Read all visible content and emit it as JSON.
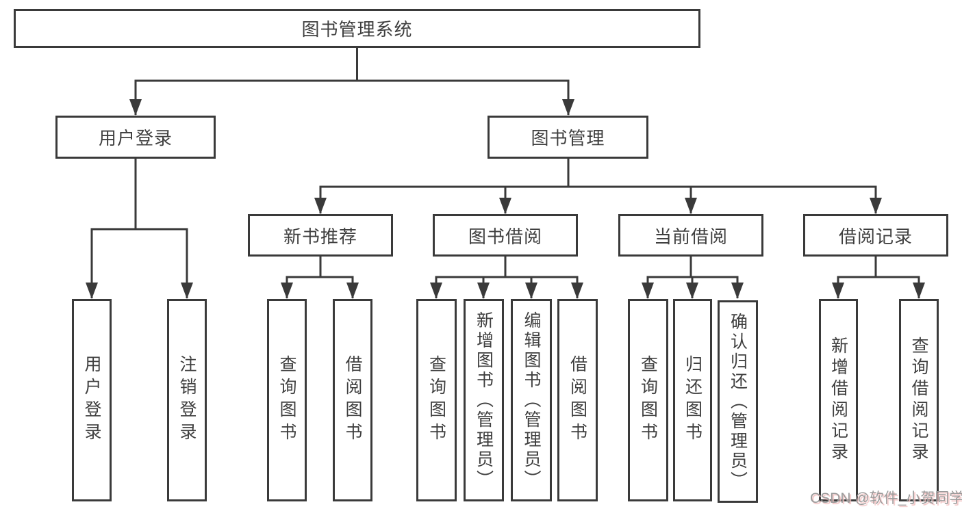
{
  "colors": {
    "background": "#ffffff",
    "line": "#3a3a3a",
    "box_border": "#3a3a3a",
    "text": "#3f3f3f",
    "watermark_text": "#9b9b9b",
    "watermark_shadow": "#f2c0c0"
  },
  "watermark": "CSDN @软件_小贺同学",
  "tree": {
    "root": "图书管理系统",
    "children": [
      {
        "label": "用户登录",
        "children": [
          "用户登录",
          "注销登录"
        ]
      },
      {
        "label": "图书管理",
        "children": [
          {
            "label": "新书推荐",
            "children": [
              "查询图书",
              "借阅图书"
            ]
          },
          {
            "label": "图书借阅",
            "children": [
              "查询图书",
              "新增图书（管理员）",
              "编辑图书（管理员）",
              "借阅图书"
            ]
          },
          {
            "label": "当前借阅",
            "children": [
              "查询图书",
              "归还图书",
              "确认归还（管理员）"
            ]
          },
          {
            "label": "借阅记录",
            "children": [
              "新增借阅记录",
              "查询借阅记录"
            ]
          }
        ]
      }
    ]
  }
}
